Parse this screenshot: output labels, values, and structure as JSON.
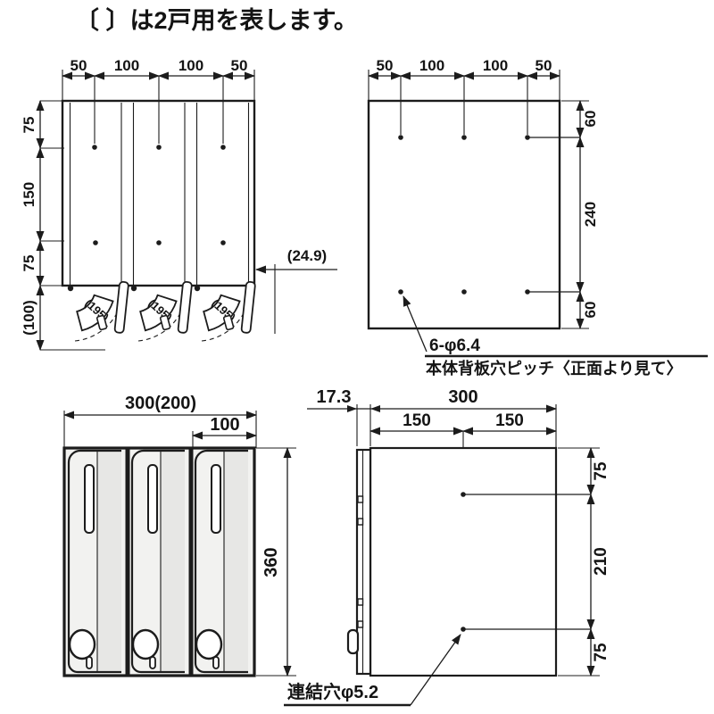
{
  "title": "〔 〕は2戸用を表します。",
  "front_open_view": {
    "top_dims": [
      "50",
      "100",
      "100",
      "50"
    ],
    "left_dims": [
      "75",
      "150",
      "75",
      "(100)"
    ],
    "flap_swing": "(195)",
    "protrusion": "(24.9)"
  },
  "rear_view": {
    "top_dims": [
      "50",
      "100",
      "100",
      "50"
    ],
    "right_dims": [
      "60",
      "240",
      "60"
    ],
    "hole_spec": "6-φ6.4",
    "caption": "本体背板穴ピッチ〈正面より見て〉"
  },
  "front_view": {
    "width": "300(200)",
    "door_width": "100",
    "height": "360"
  },
  "side_view": {
    "thickness": "17.3",
    "depth": "300",
    "half_depths": [
      "150",
      "150"
    ],
    "right_dims": [
      "75",
      "210",
      "75"
    ],
    "link_hole": "連結穴φ5.2"
  },
  "colors": {
    "line": "#1c1c1c",
    "panel": "#ececea",
    "shade": "#e7e7e5"
  }
}
